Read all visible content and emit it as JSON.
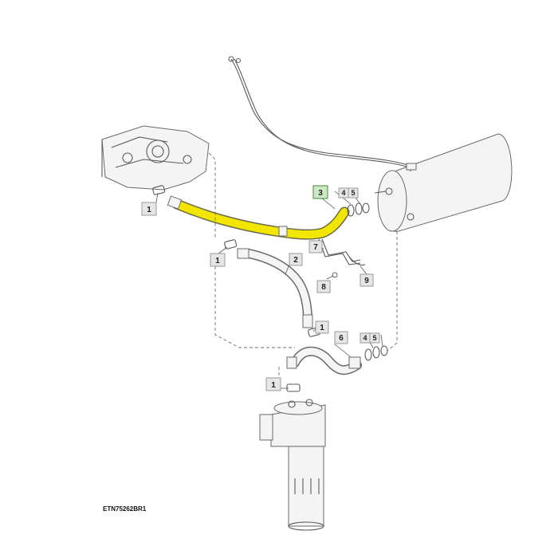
{
  "callouts": {
    "c1a": "1",
    "c1b": "1",
    "c1c": "1",
    "c1d": "1",
    "c2": "2",
    "c3": "3",
    "c4a": "4",
    "c5a": "5",
    "c4b": "4",
    "c5b": "5",
    "c6": "6",
    "c7": "7",
    "c8": "8",
    "c9": "9"
  },
  "reference_code": "ETN75262BR1",
  "colors": {
    "highlighted_hose": "#f2e600",
    "active_callout": "#cfe8c4",
    "line_art": "#5a5a5a"
  }
}
